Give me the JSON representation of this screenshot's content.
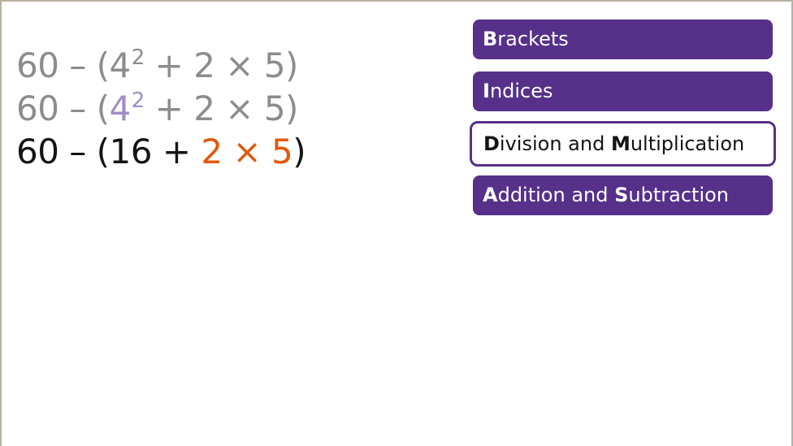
{
  "equations": [
    {
      "line": 1,
      "parts": {
        "a": "60 – (",
        "base": "4",
        "exp": "2",
        "b": " + 2 × 5)"
      },
      "color": "#8c8c8c"
    },
    {
      "line": 2,
      "parts": {
        "a": "60 – (",
        "base": "4",
        "exp": "2",
        "b": " + 2 × 5)"
      },
      "color": "#8c8c8c",
      "highlight": "4²",
      "highlight_color": "#a08dc6"
    },
    {
      "line": 3,
      "parts": {
        "a": "60 – (16 + ",
        "hl": "2 × 5",
        "b": ")"
      },
      "color": "#141414",
      "highlight": "2 × 5",
      "highlight_color": "#e2580b"
    }
  ],
  "bidmas": [
    {
      "initial": "B",
      "rest": "rackets",
      "active": false
    },
    {
      "initial": "I",
      "rest": "ndices",
      "active": false
    },
    {
      "initial": "D",
      "rest1": "ivision and ",
      "initial2": "M",
      "rest2": "ultiplication",
      "active": true
    },
    {
      "initial": "A",
      "rest1": "ddition and ",
      "initial2": "S",
      "rest2": "ubtraction",
      "active": false
    }
  ],
  "colors": {
    "button_purple": "#563089",
    "frame_border": "#b8b1a4",
    "indices_highlight": "#a08dc6",
    "multiplication_highlight": "#e2580b"
  }
}
